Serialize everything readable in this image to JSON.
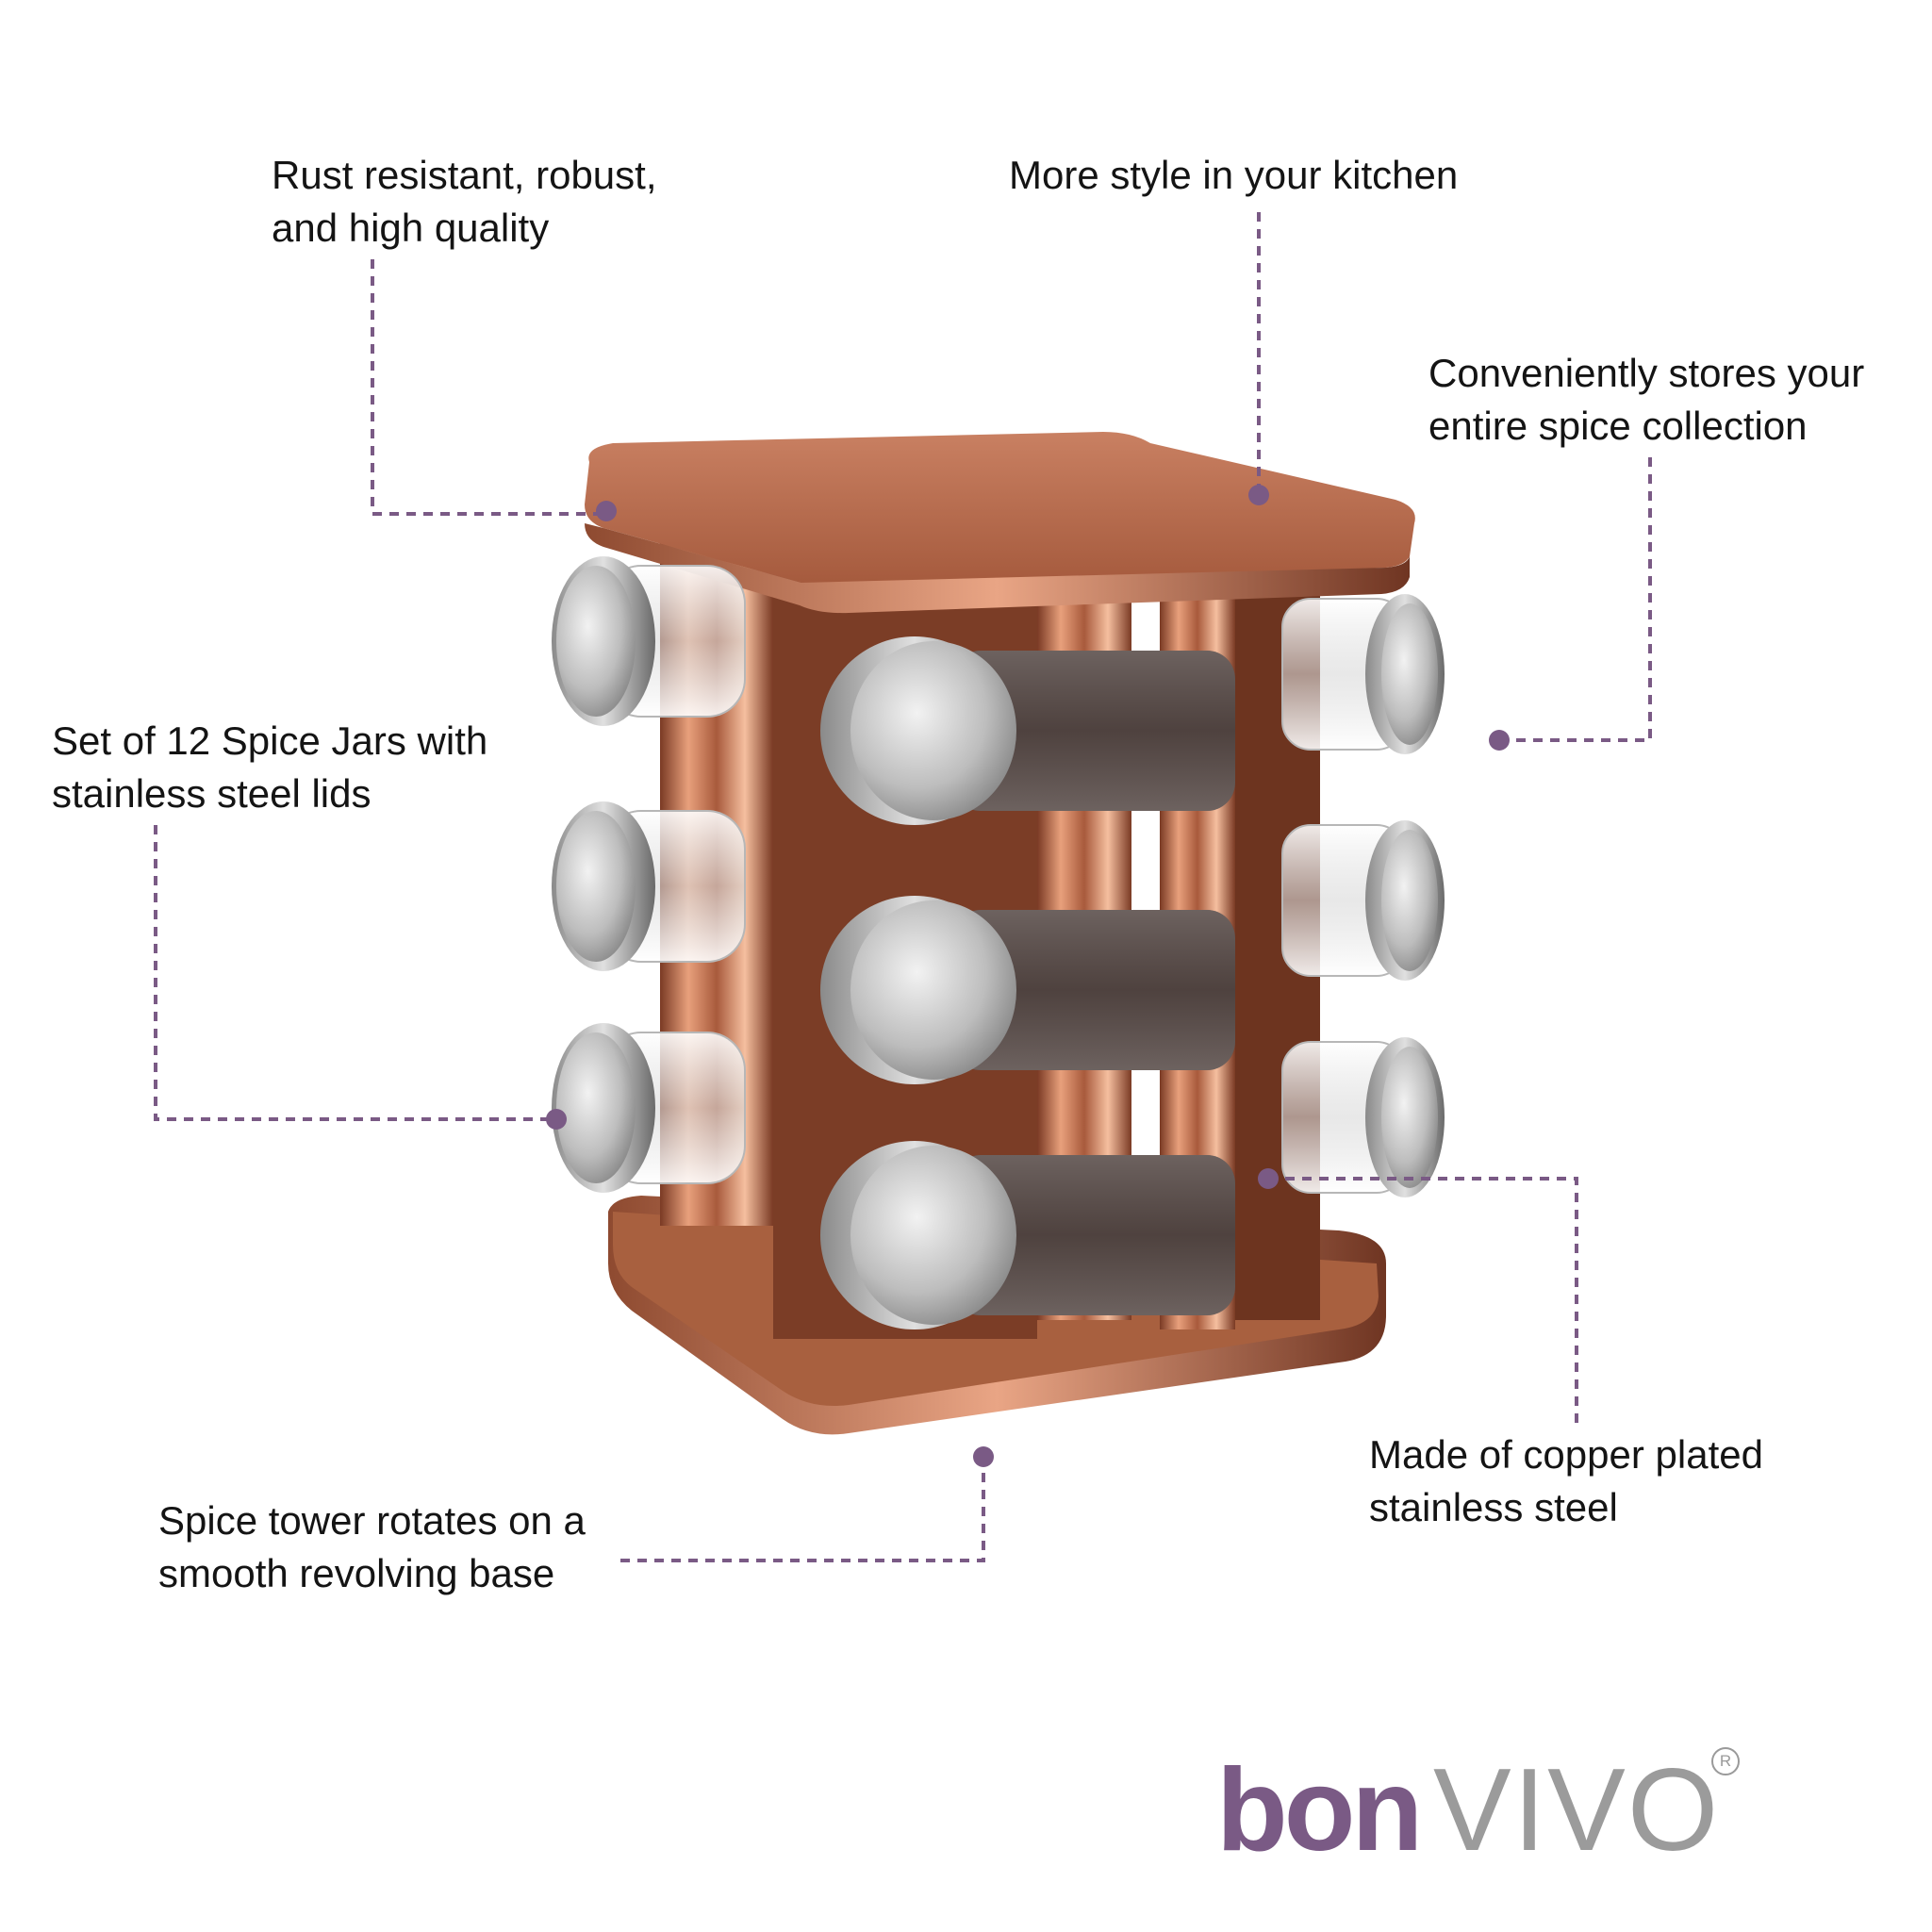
{
  "colors": {
    "accent": "#7a5a85",
    "copper": "#b5694a",
    "copper_dark": "#6e3320",
    "copper_light": "#f2b99a",
    "steel": "#cfcfcf",
    "logo_gray": "#9b9b9b"
  },
  "callouts": {
    "rust": {
      "line1": "Rust resistant, robust,",
      "line2": "and high quality"
    },
    "style": {
      "line1": "More style in your kitchen"
    },
    "stores": {
      "line1": "Conveniently stores your",
      "line2": "entire spice collection"
    },
    "jars": {
      "line1": "Set of 12 Spice Jars with",
      "line2": "stainless steel lids"
    },
    "copper": {
      "line1": "Made of copper plated",
      "line2": "stainless steel"
    },
    "rotate": {
      "line1": "Spice tower rotates on a",
      "line2": "smooth revolving base"
    }
  },
  "logo": {
    "bon": "bon",
    "vivo": "VIVO",
    "registered": "R"
  }
}
